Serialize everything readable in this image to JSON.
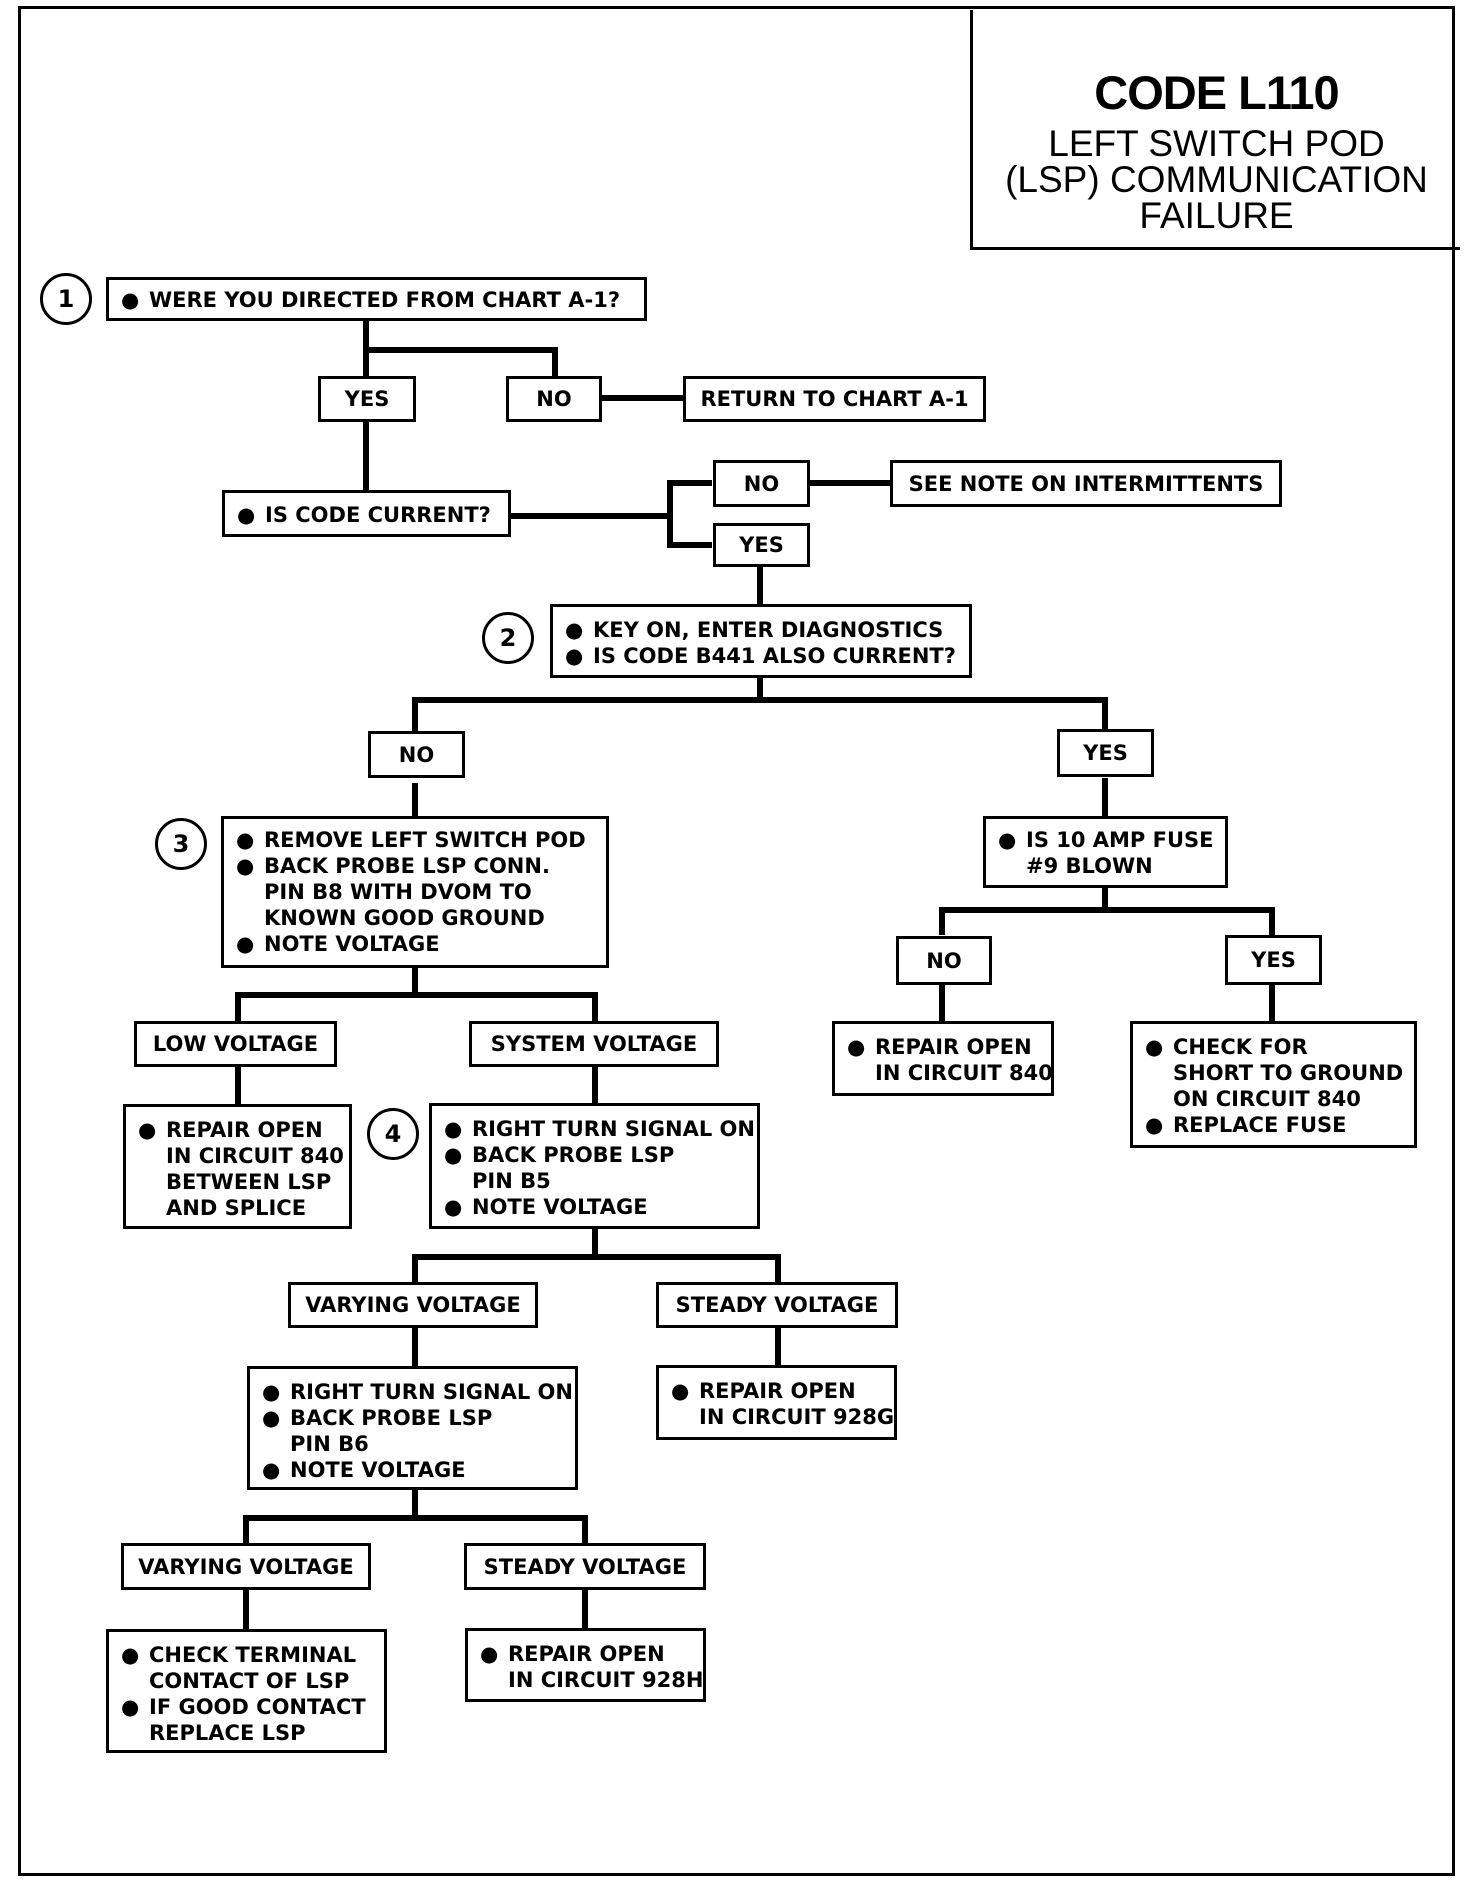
{
  "title": {
    "code": "CODE L110",
    "lines": [
      "LEFT SWITCH POD",
      "(LSP) COMMUNICATION",
      "FAILURE"
    ]
  },
  "steps": [
    "1",
    "2",
    "3",
    "4"
  ],
  "bullet": "●",
  "boxes": {
    "q1": [
      "WERE YOU DIRECTED FROM CHART A-1?"
    ],
    "yes1": "YES",
    "no1": "NO",
    "return_a1": "RETURN TO CHART A-1",
    "code_current": [
      "IS CODE CURRENT?"
    ],
    "no2": "NO",
    "intermittents": "SEE NOTE ON INTERMITTENTS",
    "yes2": "YES",
    "q2": [
      "KEY ON, ENTER DIAGNOSTICS",
      "IS CODE B441 ALSO CURRENT?"
    ],
    "no3": "NO",
    "yes3": "YES",
    "q3": [
      [
        "REMOVE LEFT SWITCH POD"
      ],
      [
        "BACK PROBE LSP CONN.",
        "PIN B8 WITH DVOM TO",
        "KNOWN GOOD GROUND"
      ],
      [
        "NOTE VOLTAGE"
      ]
    ],
    "fuse": [
      [
        "IS 10 AMP FUSE",
        "#9 BLOWN"
      ]
    ],
    "no4": "NO",
    "yes4": "YES",
    "repair840": [
      [
        "REPAIR OPEN",
        "IN CIRCUIT 840"
      ]
    ],
    "short": [
      [
        "CHECK FOR",
        "SHORT TO GROUND",
        "ON CIRCUIT 840"
      ],
      [
        "REPLACE FUSE"
      ]
    ],
    "low_voltage": "LOW VOLTAGE",
    "system_voltage": "SYSTEM VOLTAGE",
    "repair840_splice": [
      [
        "REPAIR OPEN",
        "IN CIRCUIT 840",
        "BETWEEN LSP",
        "AND SPLICE"
      ]
    ],
    "q4": [
      [
        "RIGHT TURN SIGNAL ON"
      ],
      [
        "BACK PROBE LSP",
        "PIN B5"
      ],
      [
        "NOTE VOLTAGE"
      ]
    ],
    "varying1": "VARYING VOLTAGE",
    "steady1": "STEADY VOLTAGE",
    "repair928g": [
      [
        "REPAIR OPEN",
        "IN CIRCUIT 928G"
      ]
    ],
    "q5": [
      [
        "RIGHT TURN SIGNAL ON"
      ],
      [
        "BACK PROBE LSP",
        "PIN B6"
      ],
      [
        "NOTE VOLTAGE"
      ]
    ],
    "varying2": "VARYING VOLTAGE",
    "steady2": "STEADY VOLTAGE",
    "terminal": [
      [
        "CHECK TERMINAL",
        "CONTACT OF LSP"
      ],
      [
        "IF GOOD CONTACT",
        "REPLACE LSP"
      ]
    ],
    "repair928h": [
      [
        "REPAIR OPEN",
        "IN CIRCUIT 928H"
      ]
    ]
  }
}
